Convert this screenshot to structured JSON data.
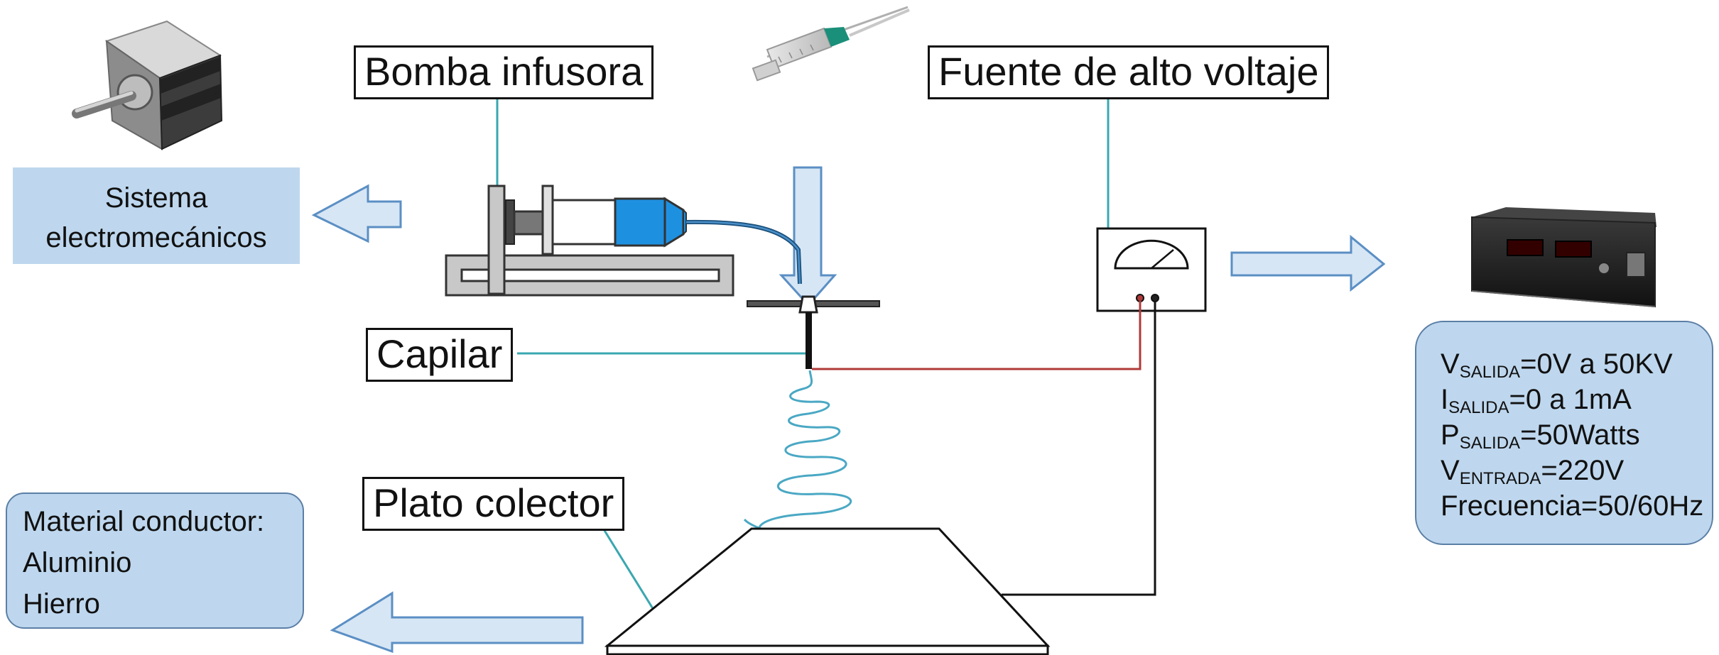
{
  "labels": {
    "pump": "Bomba infusora",
    "voltage_source": "Fuente de alto voltaje",
    "capillary": "Capilar",
    "collector": "Plato colector"
  },
  "electromech_box": {
    "line1": "Sistema",
    "line2": "electromecánicos"
  },
  "material_box": {
    "title": "Material conductor:",
    "items": [
      "Aluminio",
      "Hierro"
    ]
  },
  "specs_box": {
    "v_out": {
      "sym": "V",
      "sub": "SALIDA",
      "val": "=0V a 50KV"
    },
    "i_out": {
      "sym": "I",
      "sub": "SALIDA",
      "val": "=0 a 1mA"
    },
    "p_out": {
      "sym": "P",
      "sub": "SALIDA",
      "val": "=50Watts"
    },
    "v_in": {
      "sym": "V",
      "sub": "ENTRADA",
      "val": "=220V"
    },
    "freq": "Frecuencia=50/60Hz"
  },
  "colors": {
    "box_fill": "#bed7ee",
    "arrow_fill": "#d7e6f5",
    "arrow_stroke": "#5b8fc4",
    "leader_line": "#3aa7b0",
    "fiber": "#4aa8c4",
    "wire_red": "#b03a3a",
    "syringe_blue": "#1e90e0"
  }
}
